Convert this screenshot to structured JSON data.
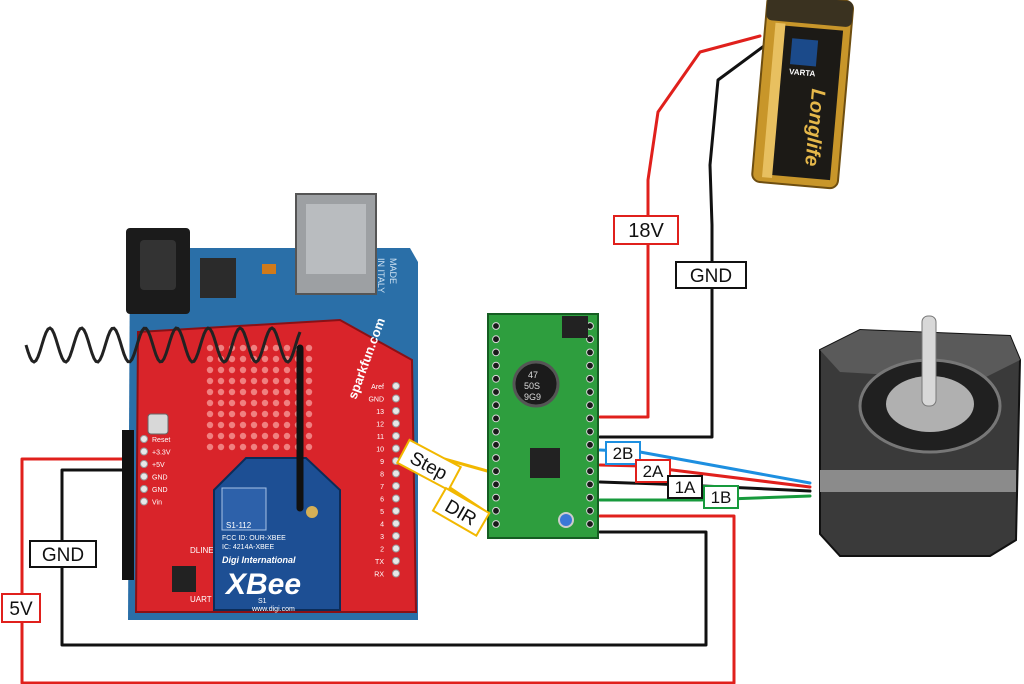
{
  "labels": {
    "supply_voltage": "18V",
    "ground_top": "GND",
    "ground_left": "GND",
    "logic_voltage": "5V",
    "step": "Step",
    "dir": "DIR",
    "coil_2b": "2B",
    "coil_2a": "2A",
    "coil_1a": "1A",
    "coil_1b": "1B"
  },
  "arduino": {
    "made_in_1": "MADE",
    "made_in_2": "IN ITALY"
  },
  "shield": {
    "brand": "sparkfun.com",
    "pins_right": [
      "Aref",
      "GND",
      "13",
      "12",
      "11",
      "10",
      "9",
      "8",
      "7",
      "6",
      "5",
      "4",
      "3",
      "2",
      "TX",
      "RX"
    ],
    "pins_left": [
      "Reset",
      "+3.3V",
      "+5V",
      "GND",
      "GND",
      "Vin"
    ],
    "reset_label": "Reset",
    "dline": "DLINE",
    "uart": "UART"
  },
  "xbee": {
    "model": "S1-112",
    "fcc": "FCC ID: OUR-XBEE",
    "ic": "IC: 4214A-XBEE",
    "maker": "Digi International",
    "name": "XBee",
    "series": "S1",
    "url": "www.digi.com"
  },
  "battery": {
    "brand": "VARTA",
    "product": "Longlife"
  },
  "capacitor": {
    "line1": "47",
    "line2": "50S",
    "line3": "9G9"
  },
  "colors": {
    "red_wire": "#e0201c",
    "black_wire": "#111111",
    "blue_wire": "#1d8fe0",
    "green_wire": "#179a3c",
    "shield_red": "#d9242a",
    "arduino_blue": "#2a6fa8",
    "driver_green": "#2e9e3e",
    "label_yellow": "#f2b800"
  }
}
